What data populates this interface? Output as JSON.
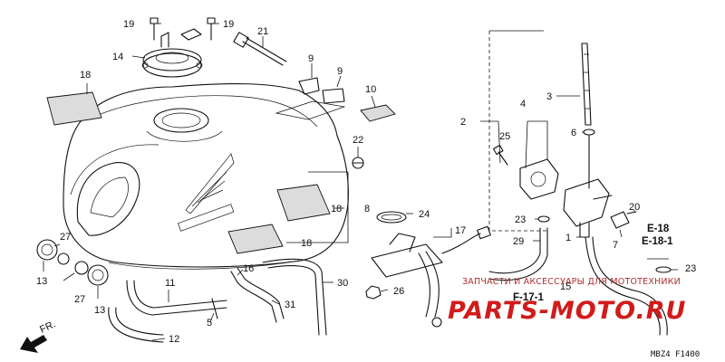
{
  "callouts": {
    "c1": "1",
    "c2": "2",
    "c3": "3",
    "c4": "4",
    "c5": "5",
    "c6": "6",
    "c7": "7",
    "c8": "8",
    "c9": "9",
    "c10": "10",
    "c11": "11",
    "c12": "12",
    "c13": "13",
    "c14": "14",
    "c15": "15",
    "c16": "16",
    "c17": "17",
    "c18": "18",
    "c19": "19",
    "c20": "20",
    "c21": "21",
    "c22": "22",
    "c23": "23",
    "c24": "24",
    "c25": "25",
    "c26": "26",
    "c27": "27",
    "c29": "29",
    "c30": "30",
    "c31": "31"
  },
  "references": {
    "e18": "E-18",
    "e18_1": "E-18-1",
    "f17_1": "F-17-1"
  },
  "direction_label": "FR.",
  "diagram_code": "MBZ4 F1400",
  "watermark": {
    "tagline": "ЗАПЧАСТИ И АКСЕССУАРЫ ДЛЯ МОТОТЕХНИКИ",
    "brand": "PARTS-MOTO.RU"
  },
  "colors": {
    "line": "#111111",
    "watermark": "#d11b1b",
    "pad": "#dcdcdc"
  }
}
